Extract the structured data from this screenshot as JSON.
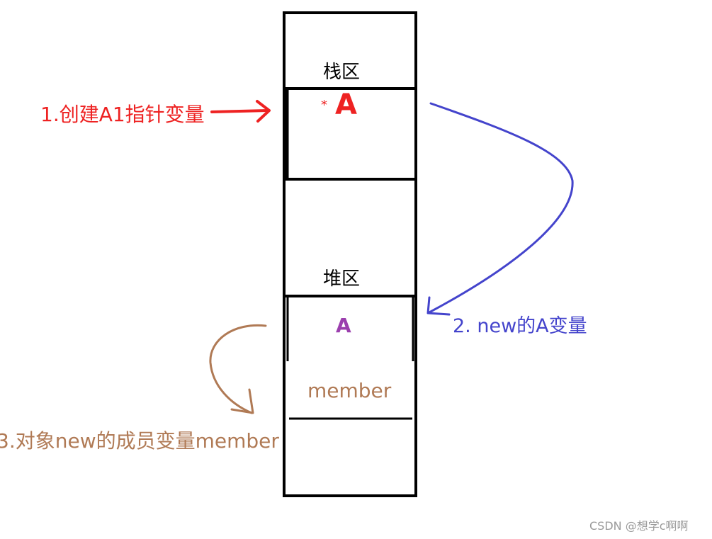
{
  "memory": {
    "stack_label": "栈区",
    "heap_label": "堆区",
    "pointer_star": "*",
    "pointer_name": "A",
    "heap_object_name": "A",
    "member_label": "member"
  },
  "annotations": {
    "step1": "1.创建A1指针变量",
    "step2": "2. new的A变量",
    "step3": "3.对象new的成员变量member"
  },
  "watermark": "CSDN @想学c啊啊",
  "colors": {
    "step1": "#ee2222",
    "step2": "#4444cc",
    "step3": "#b07a55",
    "heap_object": "#9b3fae",
    "outline": "#000000"
  }
}
